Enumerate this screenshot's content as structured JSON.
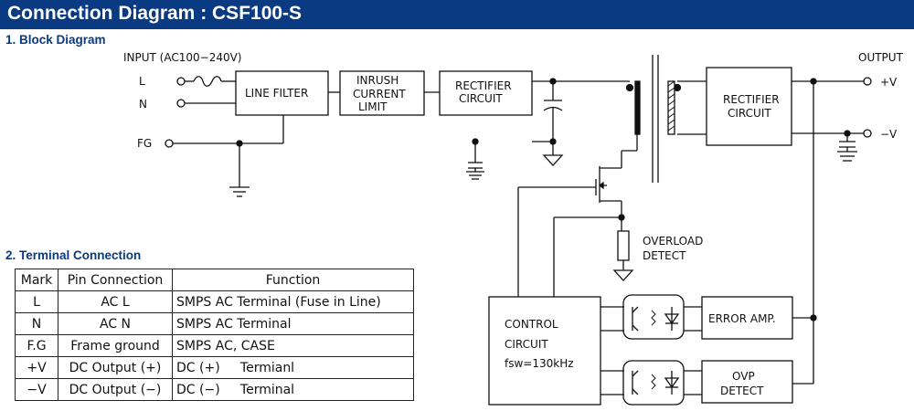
{
  "title": "Connection Diagram : CSF100-S",
  "sections": {
    "block_diagram": "1. Block Diagram",
    "terminal_connection": "2. Terminal Connection"
  },
  "diagram": {
    "input_label": "INPUT  (AC100−240V)",
    "output_label": "OUTPUT",
    "terminal_L": "L",
    "terminal_N": "N",
    "terminal_FG": "FG",
    "plus_v": "+V",
    "minus_v": "−V",
    "line_filter": "LINE  FILTER",
    "inrush_line1": "INRUSH",
    "inrush_line2": "CURRENT",
    "inrush_line3": "LIMIT",
    "rect1_line1": "RECTIFIER",
    "rect1_line2": "CIRCUIT",
    "rect2_line1": "RECTIFIER",
    "rect2_line2": "CIRCUIT",
    "overload_line1": "OVERLOAD",
    "overload_line2": "DETECT",
    "control_line1": "CONTROL",
    "control_line2": "CIRCUIT",
    "control_line3": "fsw=130kHz",
    "error_amp": "ERROR  AMP.",
    "ovp_line1": "OVP",
    "ovp_line2": "DETECT"
  },
  "table": {
    "headers": {
      "mark": "Mark",
      "pin": "Pin Connection",
      "function": "Function"
    },
    "rows": [
      {
        "mark": "L",
        "pin": "AC L",
        "function": "SMPS AC Terminal (Fuse in Line)"
      },
      {
        "mark": "N",
        "pin": "AC N",
        "function": "SMPS AC Terminal"
      },
      {
        "mark": "F.G",
        "pin": "Frame ground",
        "function": "SMPS AC, CASE"
      },
      {
        "mark": "+V",
        "pin": "DC Output (+)",
        "function": "DC (+)     Termianl"
      },
      {
        "mark": "−V",
        "pin": "DC Output (−)",
        "function": "DC (−)     Terminal"
      }
    ]
  }
}
